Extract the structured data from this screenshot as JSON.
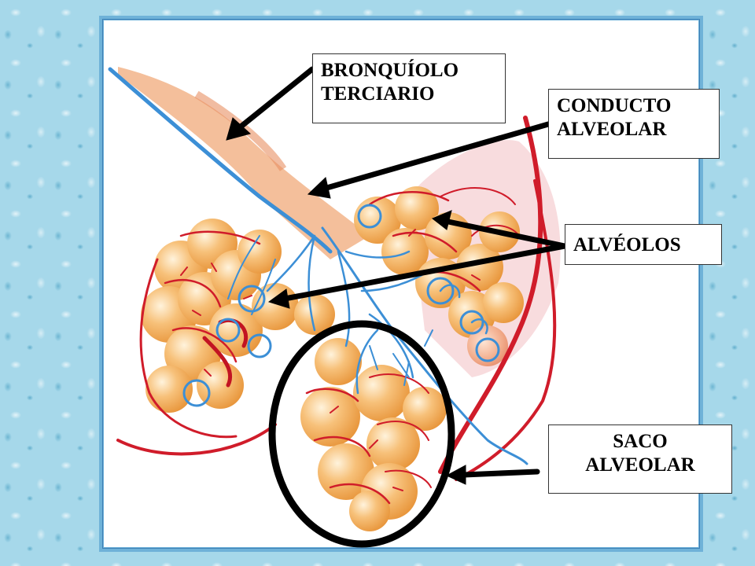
{
  "labels": {
    "bronquiolo": [
      "BRONQUÍOLO",
      "TERCIARIO"
    ],
    "conducto": [
      "CONDUCTO",
      "ALVEOLAR"
    ],
    "alveolos": [
      "ALVÉOLOS"
    ],
    "saco": [
      "SACO",
      "ALVEOLAR"
    ]
  },
  "colors": {
    "background": "#a6d8ea",
    "frame": "#6fb2d8",
    "alveolus": "#f0a850",
    "artery": "#d01c2a",
    "vein": "#3c8fd6",
    "arrow": "#000000"
  }
}
